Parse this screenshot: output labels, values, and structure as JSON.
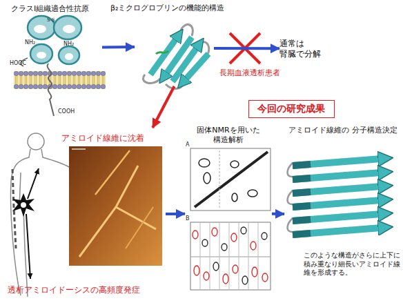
{
  "diagram": {
    "nodes": [
      {
        "text": [
          "クラスⅠ組織適合性抗原"
        ]
      },
      {
        "text": [
          "β₂ミクログロブリンの機能的構造"
        ]
      },
      {
        "text": [
          "通常は 腎臓で分解"
        ]
      },
      {
        "text": [
          "今回の研究成果"
        ]
      },
      {
        "text": [
          "アミロイド線維に沈着",
          "透析アミロイドーシスの高頻度発症"
        ]
      },
      {
        "text": [
          "固体NMRを用いた 構造解析"
        ]
      },
      {
        "text": [
          "アミロイド線維の 分子構造決定",
          "このような構造がさらに上下に積み重なり細長いアミロイド線維を形成する。"
        ]
      }
    ],
    "edges": [
      {
        "from": 0,
        "to": 1,
        "arrow": "to"
      },
      {
        "from": 1,
        "to": 2,
        "arrow": "to",
        "label": "長期血液透析患者"
      },
      {
        "from": 1,
        "to": 4,
        "arrow": "to"
      },
      {
        "from": 4,
        "to": 5,
        "arrow": "to"
      },
      {
        "from": 5,
        "to": 6,
        "arrow": "to"
      }
    ],
    "labels": [
      "S-S",
      "NH₂",
      "NH₂",
      "HOOC",
      "COOH",
      "A",
      "B"
    ]
  }
}
